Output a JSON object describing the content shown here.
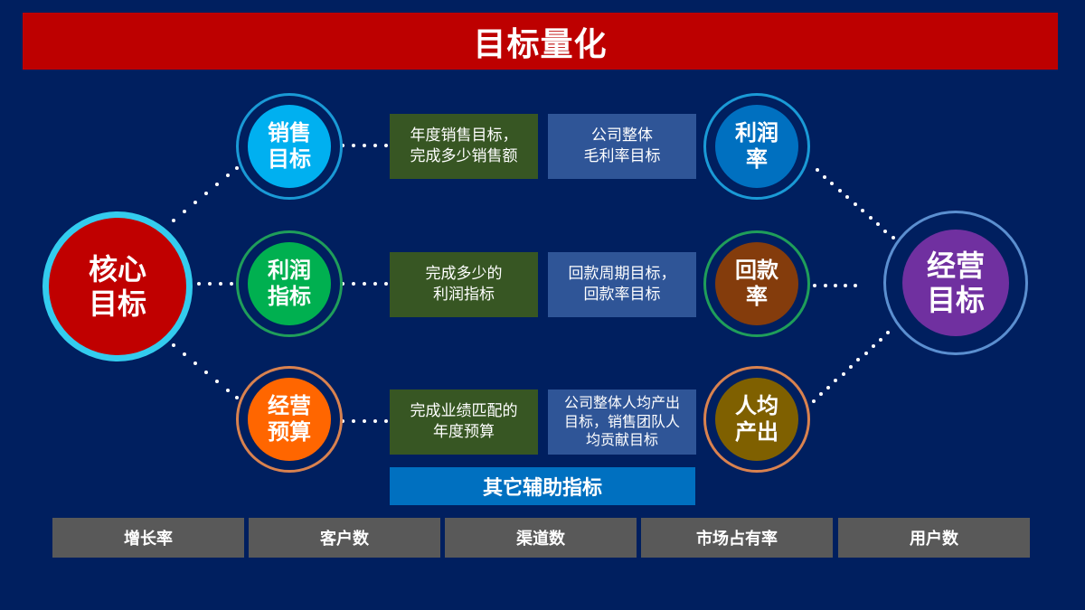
{
  "title": "目标量化",
  "core_node": {
    "label": "核心\n目标",
    "fill": "#c00000",
    "ring": "#33ccee"
  },
  "left_nodes": [
    {
      "label": "销售\n目标",
      "fill": "#00b0f0",
      "ring": "#1a9ad6"
    },
    {
      "label": "利润\n指标",
      "fill": "#00b050",
      "ring": "#1f9e5a"
    },
    {
      "label": "经营\n预算",
      "fill": "#ff6600",
      "ring": "#d9824f"
    }
  ],
  "green_boxes": [
    {
      "text": "年度销售目标，\n完成多少销售额"
    },
    {
      "text": "完成多少的\n利润指标"
    },
    {
      "text": "完成业绩匹配的\n年度预算"
    }
  ],
  "blue_boxes": [
    {
      "text": "公司整体\n毛利率目标"
    },
    {
      "text": "回款周期目标，\n回款率目标"
    },
    {
      "text": "公司整体人均产出\n目标，销售团队人\n均贡献目标"
    }
  ],
  "right_nodes": [
    {
      "label": "利润\n率",
      "fill": "#0070c0",
      "ring": "#1a9ad6"
    },
    {
      "label": "回款\n率",
      "fill": "#843c0c",
      "ring": "#1f9e5a"
    },
    {
      "label": "人均\n产出",
      "fill": "#7f6000",
      "ring": "#d9824f"
    }
  ],
  "goal_node": {
    "label": "经营\n目标",
    "fill": "#7030a0",
    "ring": "#5b8fd0"
  },
  "aux_title": "其它辅助指标",
  "metrics": [
    "增长率",
    "客户数",
    "渠道数",
    "市场占有率",
    "用户数"
  ]
}
